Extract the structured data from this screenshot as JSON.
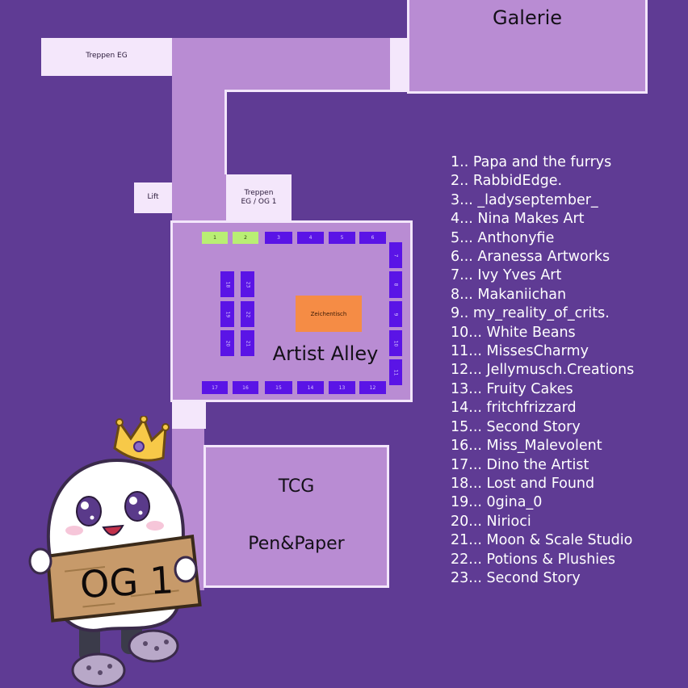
{
  "rooms": {
    "galerie": "Galerie",
    "stairs_eg": "Treppen EG",
    "lift": "Lift",
    "stairs_eg_og1_line1": "Treppen",
    "stairs_eg_og1_line2": "EG / OG 1",
    "artist_alley": "Artist Alley",
    "drawing_table": "Zeichentisch",
    "tcg": "TCG",
    "pen_paper": "Pen&Paper"
  },
  "floor_sign": "OG 1",
  "tables": {
    "top": [
      "1",
      "2",
      "3",
      "4",
      "5",
      "6"
    ],
    "right": [
      "7",
      "8",
      "9",
      "10",
      "11"
    ],
    "bottom": [
      "17",
      "16",
      "15",
      "14",
      "13",
      "12"
    ],
    "left_outer": [
      "18",
      "19",
      "20"
    ],
    "left_inner": [
      "23",
      "22",
      "21"
    ]
  },
  "colors": {
    "background": "#5f3b94",
    "room": "#b98cd3",
    "table": "#5a14e6",
    "highlight_table": "#b9ef74",
    "drawing_table": "#f58c45"
  },
  "legend": [
    "1.. Papa and the furrys",
    "2.. RabbidEdge.",
    "3... _ladyseptember_",
    "4... Nina Makes Art",
    "5... Anthonyfie",
    "6... Aranessa Artworks",
    "7... Ivy Yves Art",
    "8... Makaniichan",
    "9.. my_reality_of_crits.",
    "10... White Beans",
    "11... MissesCharmy",
    "12... Jellymusch.Creations",
    "13... Fruity Cakes",
    "14... fritchfrizzard",
    "15... Second Story",
    "16... Miss_Malevolent",
    "17... Dino the Artist",
    "18... Lost and Found",
    "19... 0gina_0",
    "20... Nirioci",
    "21... Moon & Scale Studio",
    "22... Potions  & Plushies",
    "23... Second Story"
  ]
}
